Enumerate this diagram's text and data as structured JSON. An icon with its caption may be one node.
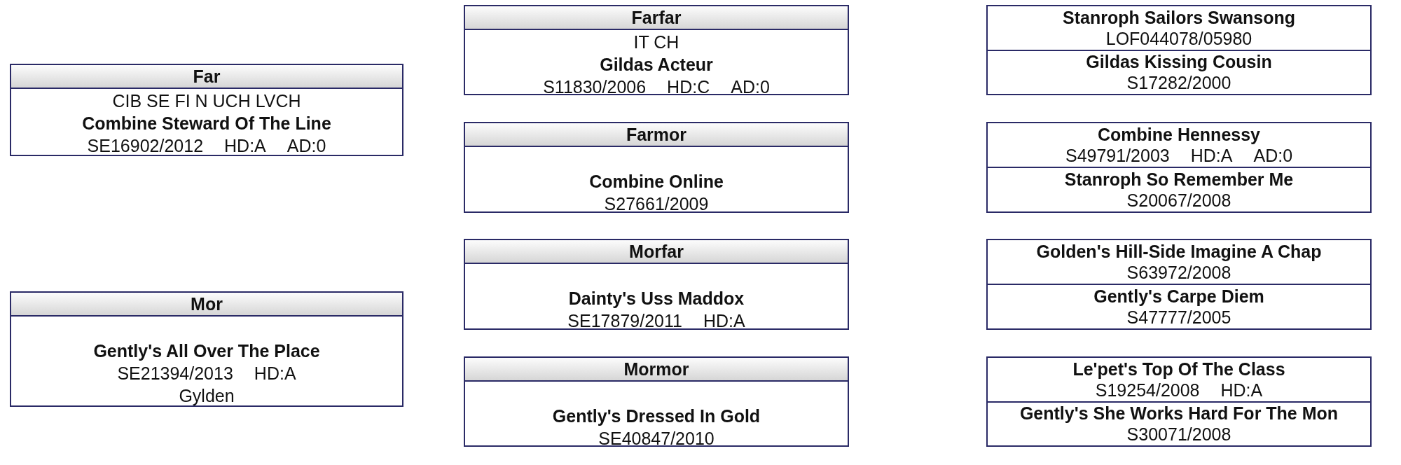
{
  "diagram": {
    "nodes": [
      {
        "text": [
          "Far",
          "CIB SE FI N UCH LVCH",
          "Combine Steward Of The Line",
          "SE16902/2012",
          "HD:A",
          "AD:0"
        ]
      },
      {
        "text": [
          "Mor",
          "Gently's All Over The Place",
          "SE21394/2013",
          "HD:A",
          "Gylden"
        ]
      },
      {
        "text": [
          "Farfar",
          "IT CH",
          "Gildas Acteur",
          "S11830/2006",
          "HD:C",
          "AD:0"
        ]
      },
      {
        "text": [
          "Farmor",
          "Combine Online",
          "S27661/2009"
        ]
      },
      {
        "text": [
          "Morfar",
          "Dainty's Uss Maddox",
          "SE17879/2011",
          "HD:A"
        ]
      },
      {
        "text": [
          "Mormor",
          "Gently's Dressed In Gold",
          "SE40847/2010"
        ]
      },
      {
        "text": [],
        "shape": "box"
      },
      {
        "text": [
          "Stanroph Sailors Swansong",
          "LOF044078/05980"
        ],
        "in": 6
      },
      {
        "text": [
          "Gildas Kissing Cousin",
          "S17282/2000"
        ],
        "in": 6
      },
      {
        "text": [],
        "shape": "box"
      },
      {
        "text": [
          "Combine Hennessy",
          "S49791/2003",
          "HD:A",
          "AD:0"
        ],
        "in": 9
      },
      {
        "text": [
          "Stanroph So Remember Me",
          "S20067/2008"
        ],
        "in": 9
      },
      {
        "text": [],
        "shape": "box"
      },
      {
        "text": [
          "Golden's Hill-Side Imagine A Chap",
          "S63972/2008"
        ],
        "in": 12
      },
      {
        "text": [
          "Gently's Carpe Diem",
          "S47777/2005"
        ],
        "in": 12
      },
      {
        "text": [],
        "shape": "box"
      },
      {
        "text": [
          "Le'pet's Top Of The Class",
          "S19254/2008",
          "HD:A"
        ],
        "in": 15
      },
      {
        "text": [
          "Gently's She Works Hard For The Mon",
          "S30071/2008"
        ],
        "in": 15
      }
    ]
  }
}
